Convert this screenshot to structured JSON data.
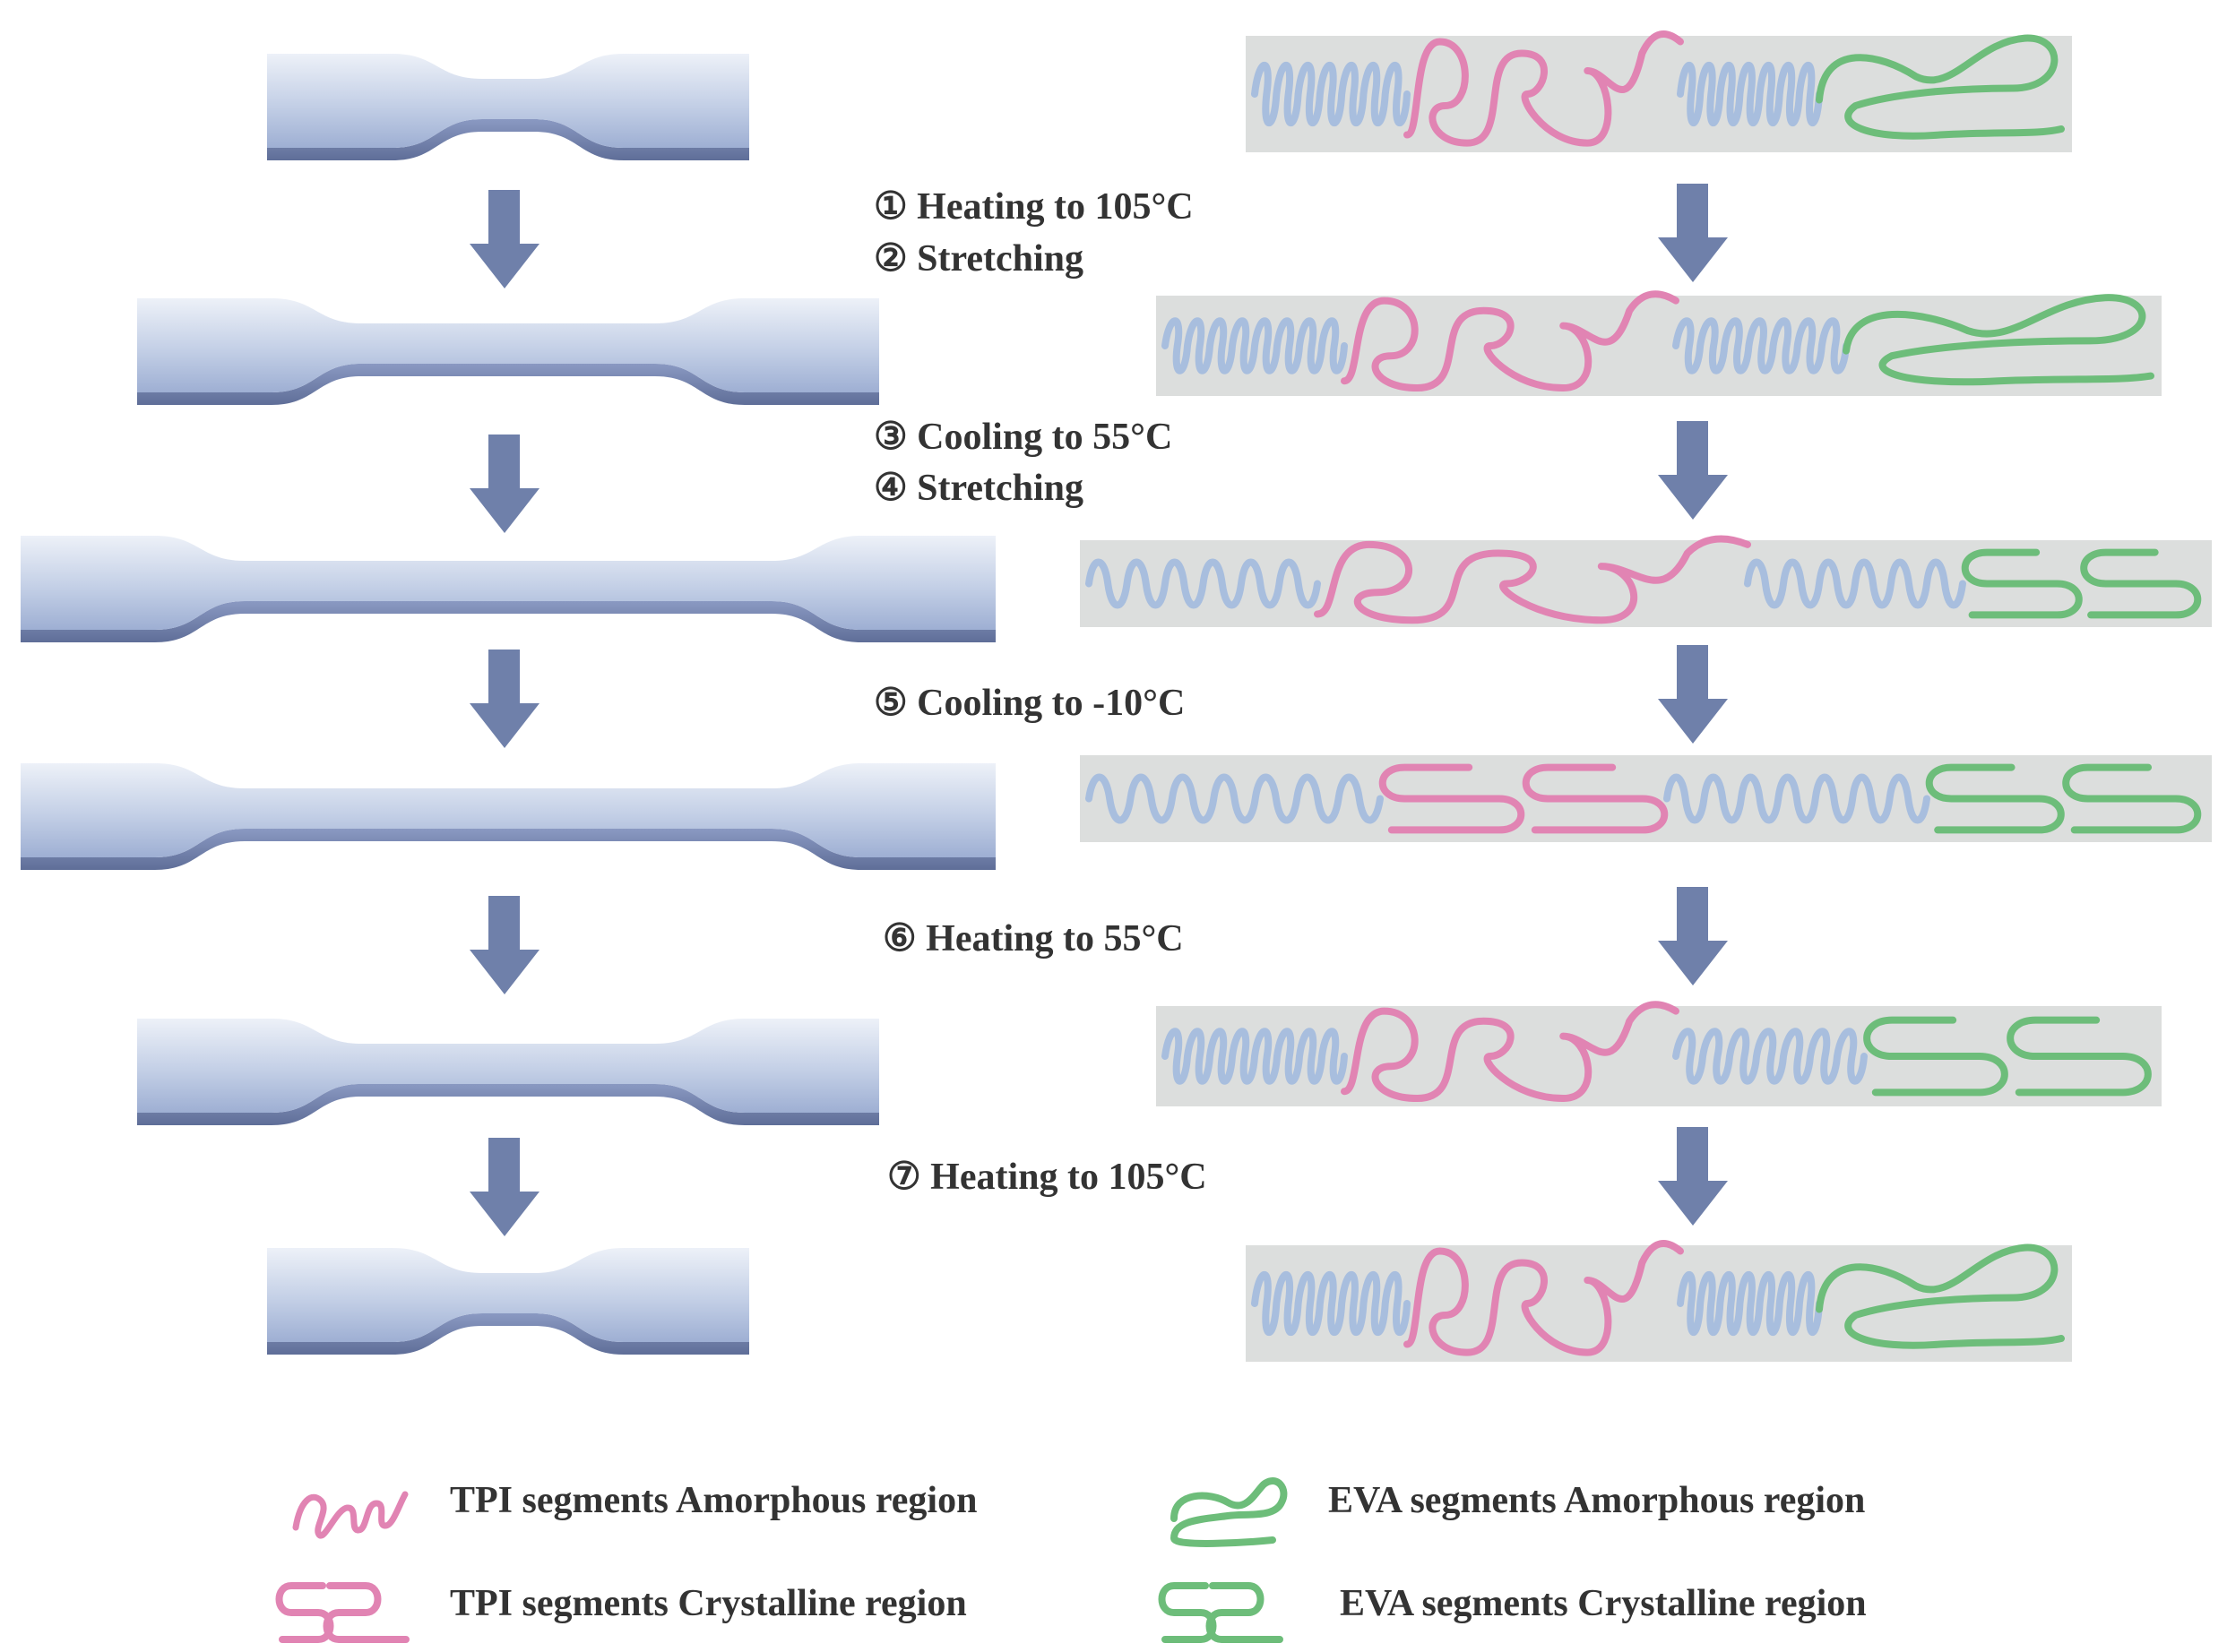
{
  "steps": {
    "s1": "① Heating to 105°C",
    "s2": "② Stretching",
    "s3": "③ Cooling to 55°C",
    "s4": "④ Stretching",
    "s5": "⑤ Cooling to -10°C",
    "s6": "⑥ Heating to 55°C",
    "s7": "⑦ Heating to 105°C"
  },
  "legend": {
    "tpi_amorphous": "TPI segments Amorphous region",
    "tpi_crystalline": "TPI segments Crystalline region",
    "eva_amorphous": "EVA segments Amorphous region",
    "eva_crystalline": "EVA segments Crystalline region"
  },
  "colors": {
    "specimen_light": "#e3e9f5",
    "specimen_mid": "#a9b8da",
    "specimen_dark": "#7e8db7",
    "arrow": "#6f80aa",
    "amorphous_chain": "#a8bede",
    "tpi": "#e184b3",
    "eva": "#6dbd7a",
    "chain_box": "#dcdedd"
  }
}
